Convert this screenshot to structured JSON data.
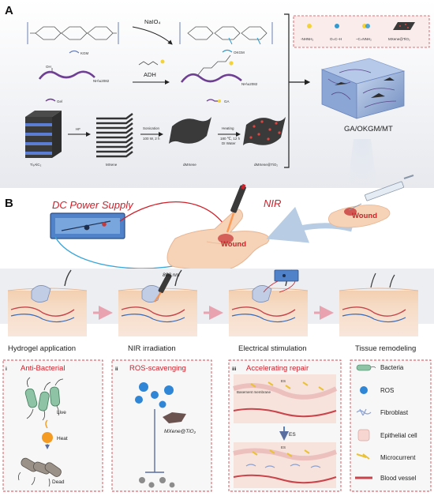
{
  "panelA": {
    "letter": "A",
    "nalo4": "NaIO₄",
    "adh": "ADH",
    "kgm": "KGM",
    "okgm": "OKGM",
    "gel": "Gel",
    "ga": "GA",
    "hf": "HF",
    "sonication": "Sonication",
    "sonication_cond": "100 W, 2 h",
    "heating": "Heating",
    "heating_cond1": "180 ℃, 12 h",
    "heating_cond2": "DI Water",
    "ti3alc2": "Ti₃AlC₂",
    "mxene": "MXene",
    "dmxene": "dMXene",
    "dmxene_tio2": "dMXene@TiO₂",
    "legend_nhnh2": "-NHNH₂",
    "legend_aldehyde": "O=C–H",
    "legend_hydrazone": "–C=NNH₂",
    "legend_mxene": "MXene@TiO₂",
    "hydrogel": "GA/OKGM/MT"
  },
  "panelB": {
    "letter": "B",
    "dc_power": "DC Power Supply",
    "nir": "NIR",
    "wound1": "Wound",
    "wound2": "Wound",
    "nm808": "808 nm",
    "steps": [
      "Hydrogel application",
      "NIR irradiation",
      "Electrical stimulation",
      "Tissue remodeling"
    ]
  },
  "subpanels": {
    "i_num": "i",
    "i_title": "Anti-Bacterial",
    "i_live": "Live",
    "i_heat": "Heat",
    "i_dead": "Dead",
    "ii_num": "ii",
    "ii_title": "ROS-scavenging",
    "ii_mx": "MXene@TiO₂",
    "iii_num": "iii",
    "iii_title": "Accelerating repair",
    "iii_es1": "ES",
    "iii_basement": "Basement membrane",
    "iii_es_arrow": "ES",
    "iii_es2": "ES"
  },
  "legend": [
    "Bacteria",
    "ROS",
    "Fibroblast",
    "Epithelial cell",
    "Microcurrent",
    "Blood vessel"
  ],
  "colors": {
    "accent_red": "#d0202a",
    "dashed_border": "#d04a50",
    "skin": "#f0c8a4",
    "arrow": "#b8cde4"
  }
}
